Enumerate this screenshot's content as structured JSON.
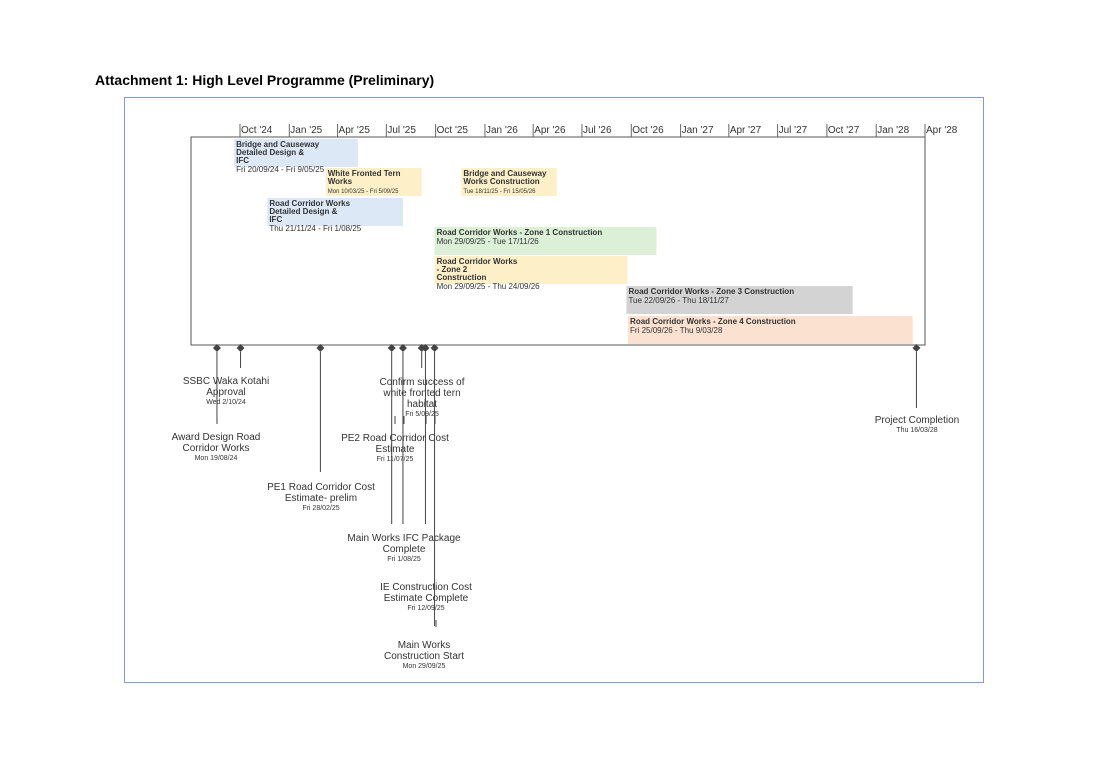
{
  "page": {
    "heading": "Attachment 1: High Level Programme (Preliminary)"
  },
  "chart_data": {
    "type": "gantt",
    "title": "",
    "x_axis": {
      "type": "date",
      "range": [
        "2024-07-25",
        "2028-04-01"
      ],
      "ticks": [
        {
          "date": "2024-10-01",
          "label": "Oct '24"
        },
        {
          "date": "2025-01-01",
          "label": "Jan '25"
        },
        {
          "date": "2025-04-01",
          "label": "Apr '25"
        },
        {
          "date": "2025-07-01",
          "label": "Jul '25"
        },
        {
          "date": "2025-10-01",
          "label": "Oct '25"
        },
        {
          "date": "2026-01-01",
          "label": "Jan '26"
        },
        {
          "date": "2026-04-01",
          "label": "Apr '26"
        },
        {
          "date": "2026-07-01",
          "label": "Jul '26"
        },
        {
          "date": "2026-10-01",
          "label": "Oct '26"
        },
        {
          "date": "2027-01-01",
          "label": "Jan '27"
        },
        {
          "date": "2027-04-01",
          "label": "Apr '27"
        },
        {
          "date": "2027-07-01",
          "label": "Jul '27"
        },
        {
          "date": "2027-10-01",
          "label": "Oct '27"
        },
        {
          "date": "2028-01-01",
          "label": "Jan '28"
        },
        {
          "date": "2028-04-01",
          "label": "Apr '28"
        }
      ]
    },
    "tasks": [
      {
        "name": "Bridge and Causeway Detailed Design & IFC",
        "dates": "Fri 20/09/24 - Fri 9/05/25",
        "start": "2024-09-20",
        "end": "2025-05-09",
        "color": "#dce8f6"
      },
      {
        "name": "White Fronted Tern Works",
        "dates": "Mon 10/03/25 - Fri 5/09/25",
        "start": "2025-03-10",
        "end": "2025-09-05",
        "color": "#fdf0c8"
      },
      {
        "name": "Bridge and Causeway Works Construction",
        "dates": "Tue 18/11/25 - Fri 15/05/26",
        "start": "2025-11-18",
        "end": "2026-05-15",
        "color": "#fdf0c8"
      },
      {
        "name": "Road Corridor Works Detailed Design & IFC",
        "dates": "Thu 21/11/24 - Fri 1/08/25",
        "start": "2024-11-21",
        "end": "2025-08-01",
        "color": "#dce8f6"
      },
      {
        "name": "Road Corridor Works - Zone 1 Construction",
        "dates": "Mon 29/09/25 - Tue 17/11/26",
        "start": "2025-09-29",
        "end": "2026-11-17",
        "color": "#dbf0d6"
      },
      {
        "name": "Road Corridor Works - Zone 2 Construction",
        "dates": "Mon 29/09/25 - Thu 24/09/26",
        "start": "2025-09-29",
        "end": "2026-09-24",
        "color": "#fdf0c8"
      },
      {
        "name": "Road Corridor Works - Zone 3 Construction",
        "dates": "Tue 22/09/26 - Thu 18/11/27",
        "start": "2026-09-22",
        "end": "2027-11-18",
        "color": "#d3d3d3"
      },
      {
        "name": "Road Corridor Works - Zone 4 Construction",
        "dates": "Fri 25/09/26 - Thu 9/03/28",
        "start": "2026-09-25",
        "end": "2028-03-09",
        "color": "#fbe1cf"
      }
    ],
    "milestones": [
      {
        "name": "SSBC Waka Kotahi Approval",
        "date_label": "Wed 2/10/24",
        "date": "2024-10-02"
      },
      {
        "name": "Award Design Road Corridor Works",
        "date_label": "Mon 19/08/24",
        "date": "2024-08-19"
      },
      {
        "name": "PE1 Road Corridor Cost Estimate- prelim",
        "date_label": "Fri 28/02/25",
        "date": "2025-02-28"
      },
      {
        "name": "Confirm success of white fronted tern habitat",
        "date_label": "Fri 5/09/25",
        "date": "2025-09-05"
      },
      {
        "name": "PE2 Road Corridor Cost Estimate",
        "date_label": "Fri 11/07/25",
        "date": "2025-07-11"
      },
      {
        "name": "Main Works IFC Package Complete",
        "date_label": "Fri 1/08/25",
        "date": "2025-08-01"
      },
      {
        "name": "IE Construction Cost Estimate Complete",
        "date_label": "Fri 12/09/25",
        "date": "2025-09-12"
      },
      {
        "name": "Main Works Construction Start",
        "date_label": "Mon 29/09/25",
        "date": "2025-09-29"
      },
      {
        "name": "Project Completion",
        "date_label": "Thu 16/03/28",
        "date": "2028-03-16"
      }
    ]
  }
}
